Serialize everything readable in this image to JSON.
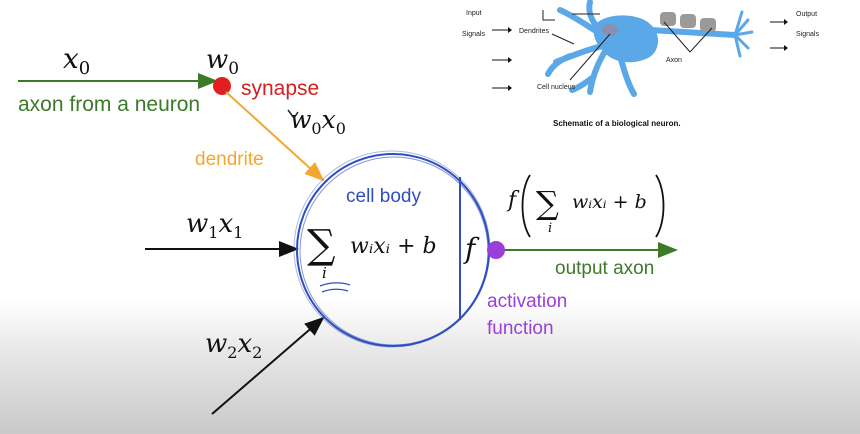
{
  "labels": {
    "x0": "x",
    "x0_sub": "0",
    "w0": "w",
    "w0_sub": "0",
    "synapse": "synapse",
    "axon_from_neuron": "axon from a neuron",
    "w0x0": "w",
    "w0x0_sub1": "0",
    "w0x0_x": "x",
    "w0x0_sub2": "0",
    "dendrite": "dendrite",
    "cell_body": "cell body",
    "w1x1_w": "w",
    "w1x1_sub1": "1",
    "w1x1_x": "x",
    "w1x1_sub2": "1",
    "w2x2_w": "w",
    "w2x2_sub1": "2",
    "w2x2_x": "x",
    "w2x2_sub2": "2",
    "sum_sigma": "∑",
    "sum_index": "i",
    "sum_body": "wᵢxᵢ + b",
    "f": "f",
    "output_formula_f": "f",
    "output_formula_sigma": "∑",
    "output_formula_index": "i",
    "output_formula_body": "wᵢxᵢ + b",
    "output_axon": "output axon",
    "activation_line1": "activation",
    "activation_line2": "function"
  },
  "bio": {
    "input_1": "Input",
    "input_2": "Signals",
    "dendrites": "Dendrites",
    "cell_nucleus": "Cell nucleus",
    "axon": "Axon",
    "output_1": "Output",
    "output_2": "Signals",
    "caption": "Schematic of a biological neuron."
  },
  "colors": {
    "axon_green": "#3c7a2a",
    "synapse_red": "#e02020",
    "dendrite_orange": "#f0a830",
    "cell_blue": "#2f4fc0",
    "activation_purple": "#9a40d8",
    "neuron_blue": "#5aa8e8"
  }
}
